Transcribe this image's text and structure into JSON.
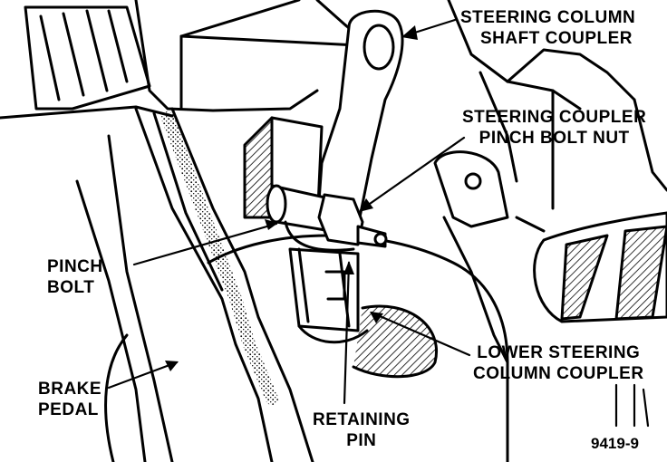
{
  "labels": {
    "steering_column_shaft_coupler": {
      "line1": "STEERING COLUMN",
      "line2": "SHAFT COUPLER"
    },
    "steering_coupler_pinch_bolt_nut": {
      "line1": "STEERING COUPLER",
      "line2": "PINCH BOLT NUT"
    },
    "pinch_bolt": {
      "line1": "PINCH",
      "line2": "BOLT"
    },
    "brake_pedal": {
      "line1": "BRAKE",
      "line2": "PEDAL"
    },
    "retaining_pin": {
      "line1": "RETAINING",
      "line2": "PIN"
    },
    "lower_steering_column_coupler": {
      "line1": "LOWER STEERING",
      "line2": "COLUMN COUPLER"
    }
  },
  "figure_number": "9419-9",
  "colors": {
    "ink": "#000000",
    "paper": "#ffffff"
  }
}
